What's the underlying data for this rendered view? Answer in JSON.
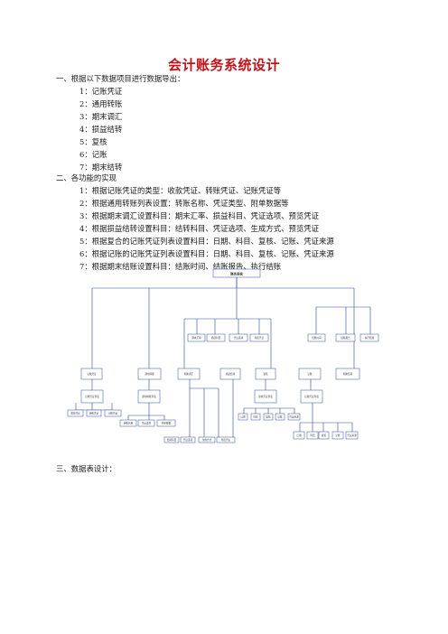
{
  "title": "会计账务系统设计",
  "section1": {
    "heading": "一、根据以下数据项目进行数据导出：",
    "items": [
      "1：记账凭证",
      "2：通用转账",
      "3：期末调汇",
      "4：损益结转",
      "5：复核",
      "6：记账",
      "7：期末结转"
    ]
  },
  "section2": {
    "heading": "二、各功能的实现",
    "items": [
      "1：根据记账凭证的类型：收款凭证、转账凭证、记账凭证等",
      "2：根据通用转账列表设置：转账名称、凭证类型、附单数据等",
      "3：根据期末调汇设置科目：期末汇率、损益科目、凭证选项、预览凭证",
      "4：根据损益结转设置科目：结转科目、凭证选项、生成方式、预览凭证",
      "5：根据复合的记账凭证列表设置科目：日期、科目、复核、记账、凭证来源",
      "6：根据记账的记账凭证列表设置科目：日期、科目、复核、记账、凭证来源",
      "7：根据期末结账设置科目：结账时间、结账报告、执行结账"
    ]
  },
  "diagram": {
    "root": "账务系统",
    "level2": [
      "记账凭证",
      "通用转账",
      "期末调汇",
      "损益结转",
      "复核",
      "记账",
      "期末结转"
    ],
    "sub_groups": [
      "记账凭证列表",
      "通用转账列表",
      "复核凭证列表",
      "记账凭证列表"
    ],
    "top_boxes": [
      "期末汇率",
      "损益科目",
      "凭证选项",
      "预览凭证",
      "结账时间",
      "结账报告",
      "执行结账"
    ],
    "leaf_boxes": [
      "收款凭证",
      "转账凭证",
      "记账凭证",
      "转账名称",
      "凭证类型",
      "附单数据",
      "结转科目",
      "凭证选项",
      "生成方式",
      "预览凭证",
      "日期",
      "科目",
      "复核",
      "记账",
      "凭证来源",
      "日期",
      "科目",
      "复核",
      "记账",
      "凭证来源"
    ]
  },
  "section3": {
    "heading": "三、数据表设计："
  }
}
